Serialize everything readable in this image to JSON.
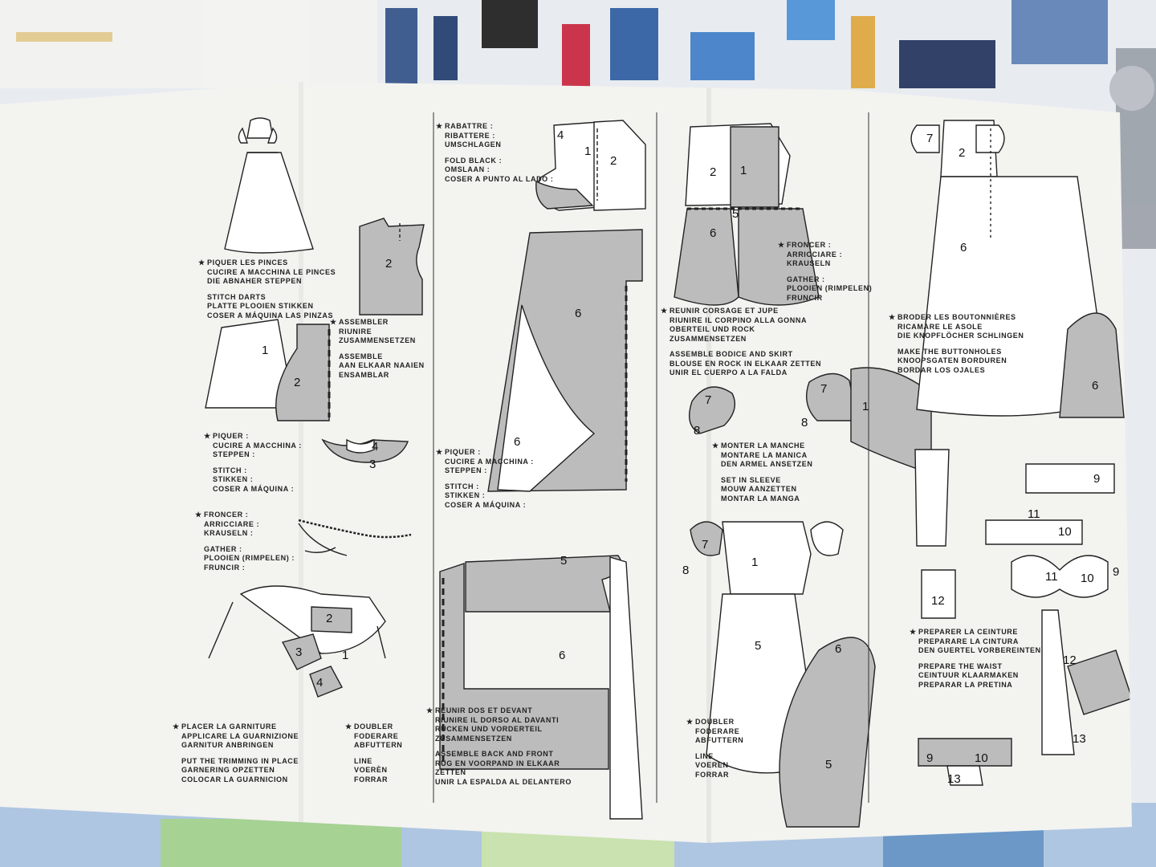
{
  "steps": {
    "piquer_pinces": [
      "Piquer les pinces",
      "Cucire a macchina le pinces",
      "Die Abnaher steppen",
      "",
      "Stitch darts",
      "Platte plooien stikken",
      "Coser a máquina las pinzas"
    ],
    "assembler": [
      "Assembler",
      "Riunire",
      "Zusammensetzen",
      "",
      "Assemble",
      "Aan elkaar naaien",
      "Ensamblar"
    ],
    "piquer_1": [
      "Piquer :",
      "Cucire a macchina :",
      "Steppen :",
      "",
      "Stitch :",
      "Stikken :",
      "Coser a máquina :"
    ],
    "froncer_1": [
      "Froncer :",
      "Arricciare :",
      "Krauseln :",
      "",
      "Gather :",
      "Plooien (rimpelen) :",
      "Fruncir :"
    ],
    "placer_garniture": [
      "Placer la garniture",
      "Applicare la guarnizione",
      "Garnitur anbringen",
      "",
      "Put the trimming in place",
      "Garnering opzetten",
      "Colocar la guarnicion"
    ],
    "doubler_1": [
      "Doubler",
      "Foderare",
      "Abfuttern",
      "",
      "Line",
      "Voerèn",
      "Forrar"
    ],
    "rabattre": [
      "Rabattre :",
      "Ribattere :",
      "Umschlagen",
      "",
      "Fold black :",
      "Omslaan :",
      "Coser a punto al lado :"
    ],
    "piquer_2": [
      "Piquer :",
      "Cucire a macchina :",
      "Steppen :",
      "",
      "Stitch :",
      "Stikken :",
      "Coser a máquina :"
    ],
    "reunir_dos": [
      "Reunir dos et devant",
      "Riunire il dorso al davanti",
      "Rucken und Vorderteil",
      "Zusammensetzen",
      "",
      "Assemble back and front",
      "Rug en voorpand in elkaar",
      "zetten",
      "Unir la espalda al delantero"
    ],
    "froncer_2": [
      "Froncer :",
      "Arricciare :",
      "Krauseln",
      "",
      "Gather :",
      "Plooien (rimpelen)",
      "Fruncir"
    ],
    "reunir_corsage": [
      "Reunir corsage et jupe",
      "Riunire il corpino alla gonna",
      "Oberteil und rock",
      "Zusammensetzen",
      "",
      "Assemble bodice and skirt",
      "Blouse en rock in elkaar zetten",
      "Unir el cuerpo a la falda"
    ],
    "monter_manche": [
      "Monter la manche",
      "Montare la manica",
      "Den armel ansetzen",
      "",
      "Set in sleeve",
      "Mouw aanzetten",
      "Montar la manga"
    ],
    "doubler_2": [
      "Doubler",
      "Foderare",
      "Abfuttern",
      "",
      "Line",
      "Voeren",
      "Forrar"
    ],
    "broder": [
      "Broder les boutonnières",
      "Ricamare le asole",
      "Die Knopflöcher Schlingen",
      "",
      "Make the buttonholes",
      "Knoopsgaten borduren",
      "Bordar los ojales"
    ],
    "preparer_ceinture": [
      "Preparer la ceinture",
      "Preparare la cintura",
      "Den Guertel vorbereinten",
      "",
      "Prepare the waist",
      "Ceintuur klaarmaken",
      "Preparar la pretina"
    ]
  },
  "piece_numbers": {
    "p2a": "2",
    "p1a": "1",
    "p2b": "2",
    "p4a": "4",
    "p3a": "3",
    "p2c": "2",
    "p3b": "3",
    "p1b": "1",
    "p4b": "4",
    "p4c": "4",
    "p1c": "1",
    "p2d": "2",
    "p6a": "6",
    "p6b": "6",
    "p5a": "5",
    "p6c": "6",
    "p2e": "2",
    "p1d": "1",
    "p5b": "5",
    "p6d": "6",
    "p7a": "7",
    "p8a": "8",
    "p7b": "7",
    "p8b": "8",
    "p1e": "1",
    "p7c": "7",
    "p8c": "8",
    "p1f": "1",
    "p5c": "5",
    "p6e": "6",
    "p5d": "5",
    "p7d": "7",
    "p2f": "2",
    "p6f": "6",
    "p6g": "6",
    "p9a": "9",
    "p11a": "11",
    "p10a": "10",
    "p11b": "11",
    "p10b": "10",
    "p9b": "9",
    "p12a": "12",
    "p12b": "12",
    "p13a": "13",
    "p9c": "9",
    "p10c": "10",
    "p13b": "13"
  },
  "colors": {
    "sheet": "#f3f3f0",
    "ink": "#222222",
    "shade": "#b9b9b9"
  }
}
